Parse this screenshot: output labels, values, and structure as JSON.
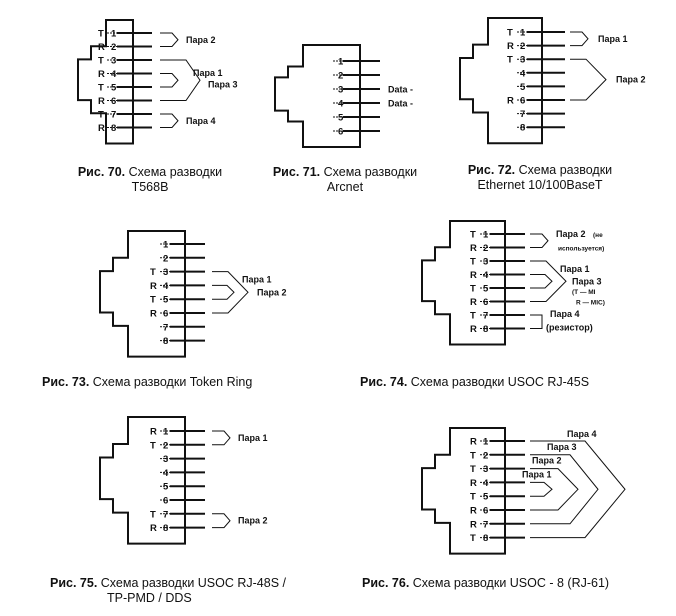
{
  "figures": [
    {
      "id": "fig70",
      "number": "Рис. 70.",
      "caption_line1": "Схема разводки",
      "caption_line2": "T568B",
      "pins": [
        {
          "n": "1",
          "pol": "T"
        },
        {
          "n": "2",
          "pol": "R"
        },
        {
          "n": "3",
          "pol": "T"
        },
        {
          "n": "4",
          "pol": "R"
        },
        {
          "n": "5",
          "pol": "T"
        },
        {
          "n": "6",
          "pol": "R"
        },
        {
          "n": "7",
          "pol": "T"
        },
        {
          "n": "8",
          "pol": "R"
        }
      ],
      "pairs": [
        {
          "label": "Пара 2",
          "pins": [
            1,
            2
          ]
        },
        {
          "label": "Пара 1",
          "pins": [
            4,
            5
          ]
        },
        {
          "label": "Пара 3",
          "pins": [
            3,
            6
          ]
        },
        {
          "label": "Пара 4",
          "pins": [
            7,
            8
          ]
        }
      ]
    },
    {
      "id": "fig71",
      "number": "Рис. 71.",
      "caption_line1": "Схема разводки",
      "caption_line2": "Arcnet",
      "pins": [
        {
          "n": "1",
          "pol": ""
        },
        {
          "n": "2",
          "pol": ""
        },
        {
          "n": "3",
          "pol": ""
        },
        {
          "n": "4",
          "pol": ""
        },
        {
          "n": "5",
          "pol": ""
        },
        {
          "n": "6",
          "pol": ""
        }
      ],
      "signals": [
        {
          "pin": 3,
          "label": "Data -"
        },
        {
          "pin": 4,
          "label": "Data -"
        }
      ]
    },
    {
      "id": "fig72",
      "number": "Рис. 72.",
      "caption_line1": "Схема разводки",
      "caption_line2": "Ethernet 10/100BaseT",
      "pins": [
        {
          "n": "1",
          "pol": "T"
        },
        {
          "n": "2",
          "pol": "R"
        },
        {
          "n": "3",
          "pol": "T"
        },
        {
          "n": "4",
          "pol": ""
        },
        {
          "n": "5",
          "pol": ""
        },
        {
          "n": "6",
          "pol": "R"
        },
        {
          "n": "7",
          "pol": ""
        },
        {
          "n": "8",
          "pol": ""
        }
      ],
      "pairs": [
        {
          "label": "Пара 1",
          "pins": [
            1,
            2
          ]
        },
        {
          "label": "Пара 2",
          "pins": [
            3,
            6
          ]
        }
      ]
    },
    {
      "id": "fig73",
      "number": "Рис. 73.",
      "caption_line1": "Схема разводки Token Ring",
      "caption_line2": "",
      "pins": [
        {
          "n": "1",
          "pol": ""
        },
        {
          "n": "2",
          "pol": ""
        },
        {
          "n": "3",
          "pol": "T"
        },
        {
          "n": "4",
          "pol": "R"
        },
        {
          "n": "5",
          "pol": "T"
        },
        {
          "n": "6",
          "pol": "R"
        },
        {
          "n": "7",
          "pol": ""
        },
        {
          "n": "8",
          "pol": ""
        }
      ],
      "pairs": [
        {
          "label": "Пара 1",
          "pins": [
            3,
            6
          ]
        },
        {
          "label": "Пара 2",
          "pins": [
            4,
            5
          ]
        }
      ]
    },
    {
      "id": "fig74",
      "number": "Рис. 74.",
      "caption_line1": "Схема разводки USOC RJ-45S",
      "caption_line2": "",
      "pins": [
        {
          "n": "1",
          "pol": "T"
        },
        {
          "n": "2",
          "pol": "R"
        },
        {
          "n": "3",
          "pol": "T"
        },
        {
          "n": "4",
          "pol": "R"
        },
        {
          "n": "5",
          "pol": "T"
        },
        {
          "n": "6",
          "pol": "R"
        },
        {
          "n": "7",
          "pol": "T"
        },
        {
          "n": "8",
          "pol": "R"
        }
      ],
      "pairs": [
        {
          "label": "Пара 2",
          "note": "(не используется)",
          "pins": [
            1,
            2
          ]
        },
        {
          "label": "Пара 1",
          "pins": [
            3,
            6
          ]
        },
        {
          "label": "Пара 3",
          "note": "(T — MI R — MIC)",
          "pins": [
            4,
            5
          ]
        },
        {
          "label": "Пара 4",
          "note": "(резистор)",
          "pins": [
            7,
            8
          ]
        }
      ],
      "notes": {
        "pair2_note_a": "(не",
        "pair2_note_b": "используется)",
        "pair3_note_a": "(T — MI",
        "pair3_note_b": "R — MIC)",
        "pair4_note": "(резистор)"
      }
    },
    {
      "id": "fig75",
      "number": "Рис. 75.",
      "caption_line1": "Схема разводки USOC RJ-48S /",
      "caption_line2": "TP-PMD / DDS",
      "pins": [
        {
          "n": "1",
          "pol": "R"
        },
        {
          "n": "2",
          "pol": "T"
        },
        {
          "n": "3",
          "pol": ""
        },
        {
          "n": "4",
          "pol": ""
        },
        {
          "n": "5",
          "pol": ""
        },
        {
          "n": "6",
          "pol": ""
        },
        {
          "n": "7",
          "pol": "T"
        },
        {
          "n": "8",
          "pol": "R"
        }
      ],
      "pairs": [
        {
          "label": "Пара 1",
          "pins": [
            1,
            2
          ]
        },
        {
          "label": "Пара 2",
          "pins": [
            7,
            8
          ]
        }
      ]
    },
    {
      "id": "fig76",
      "number": "Рис. 76.",
      "caption_line1": "Схема разводки USOC - 8 (RJ-61)",
      "caption_line2": "",
      "pins": [
        {
          "n": "1",
          "pol": "R"
        },
        {
          "n": "2",
          "pol": "T"
        },
        {
          "n": "3",
          "pol": "T"
        },
        {
          "n": "4",
          "pol": "R"
        },
        {
          "n": "5",
          "pol": "T"
        },
        {
          "n": "6",
          "pol": "R"
        },
        {
          "n": "7",
          "pol": "R"
        },
        {
          "n": "8",
          "pol": "T"
        }
      ],
      "pairs": [
        {
          "label": "Пара 1",
          "pins": [
            4,
            5
          ]
        },
        {
          "label": "Пара 2",
          "pins": [
            3,
            6
          ]
        },
        {
          "label": "Пара 3",
          "pins": [
            2,
            7
          ]
        },
        {
          "label": "Пара 4",
          "pins": [
            1,
            8
          ]
        }
      ]
    }
  ],
  "colors": {
    "ink": "#111111",
    "paper": "#ffffff"
  }
}
